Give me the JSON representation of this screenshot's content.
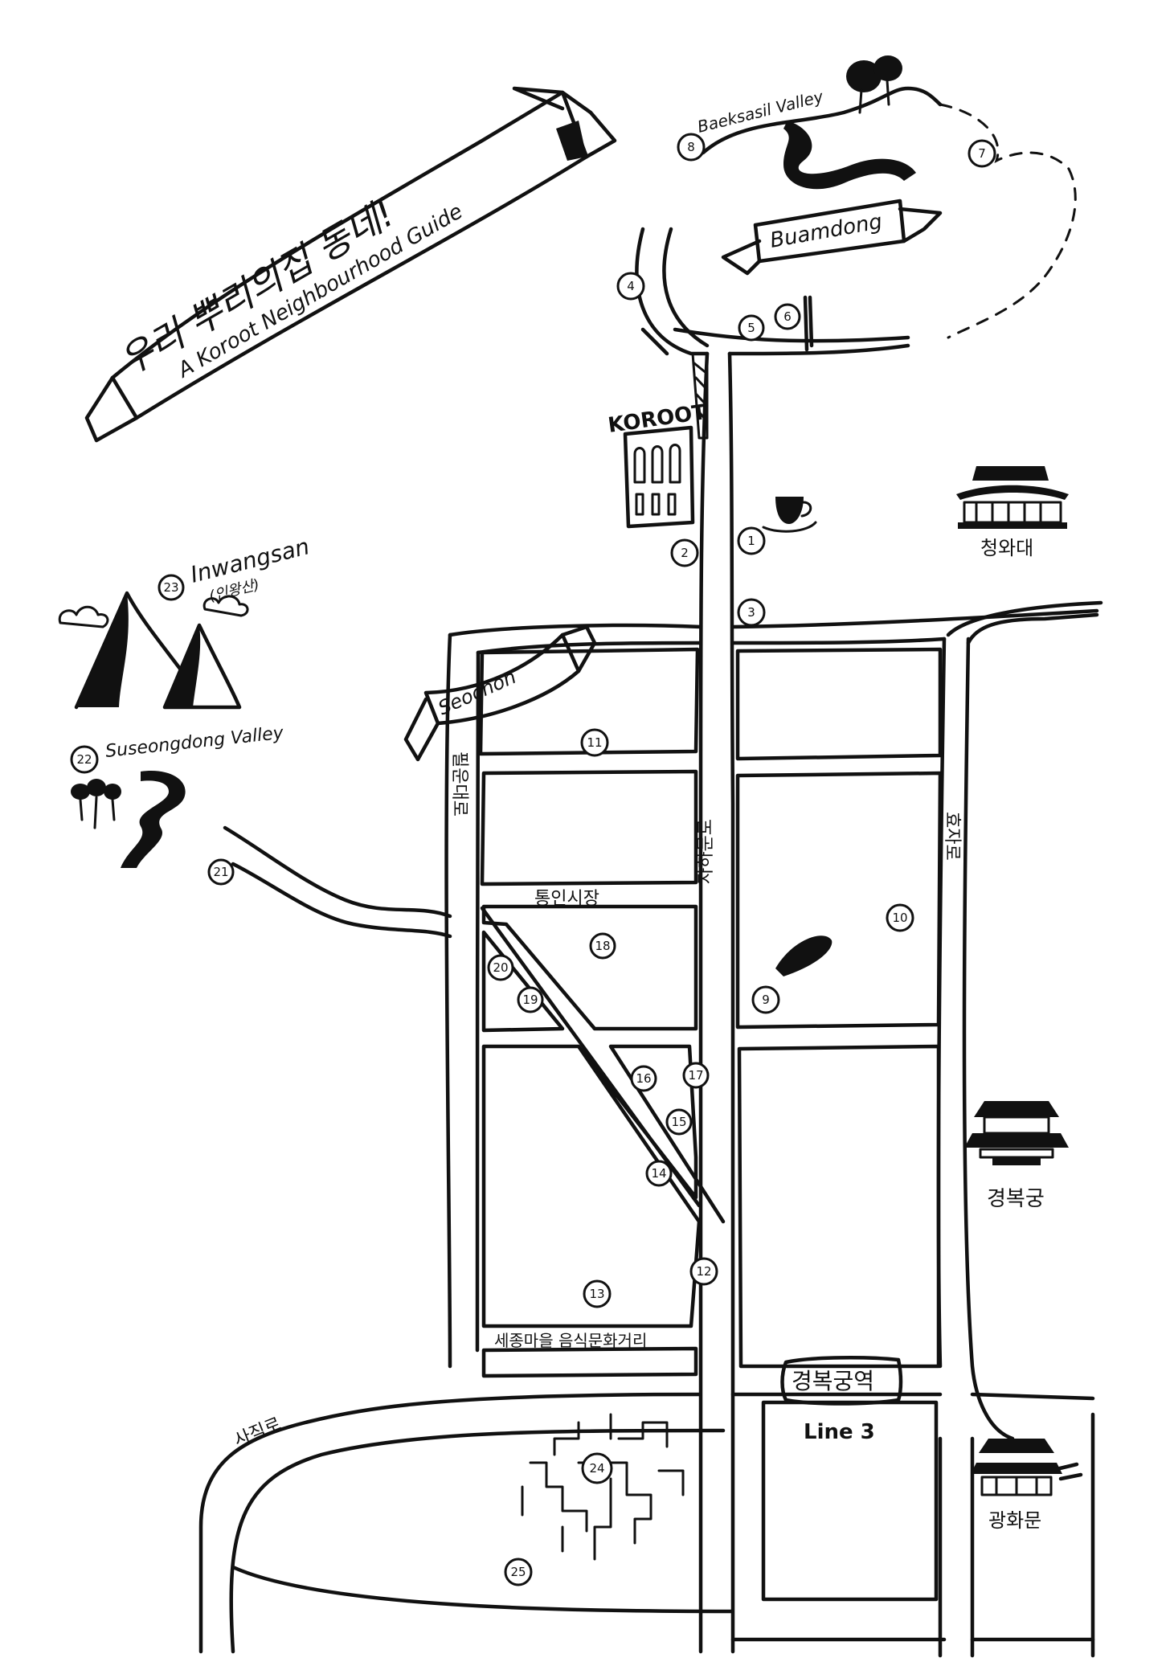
{
  "title": {
    "korean": "우리 뿌리의집 동네!",
    "english": "A Koroot Neighbourhood Guide"
  },
  "districts": {
    "buamdong": "Buamdong",
    "seochon": "Seochon"
  },
  "nature": {
    "baeksasil": "Baeksasil Valley",
    "inwangsan": "Inwangsan",
    "inwangsan_korean": "(인왕산)",
    "suseongdong": "Suseongdong Valley"
  },
  "buildings": {
    "koroot": "KOROOT"
  },
  "landmarks": {
    "cheongwadae": "청와대",
    "gyeongbokgung": "경복궁",
    "gwanghwamun": "광화문"
  },
  "streets": {
    "pirundaero": "필운대로",
    "jahamunro": "자하문로",
    "hyojaro": "효자로",
    "tonginsijang": "통인시장",
    "sejongmaeul": "세종마을 음식문화거리",
    "sajikro": "사직로"
  },
  "station": {
    "name": "경복궁역",
    "line": "Line 3"
  },
  "markers": {
    "m1": "1",
    "m2": "2",
    "m3": "3",
    "m4": "4",
    "m5": "5",
    "m6": "6",
    "m7": "7",
    "m8": "8",
    "m9": "9",
    "m10": "10",
    "m11": "11",
    "m12": "12",
    "m13": "13",
    "m14": "14",
    "m15": "15",
    "m16": "16",
    "m17": "17",
    "m18": "18",
    "m19": "19",
    "m20": "20",
    "m21": "21",
    "m22": "22",
    "m23": "23",
    "m24": "24",
    "m25": "25"
  },
  "colors": {
    "ink": "#111111",
    "paper": "#ffffff"
  }
}
